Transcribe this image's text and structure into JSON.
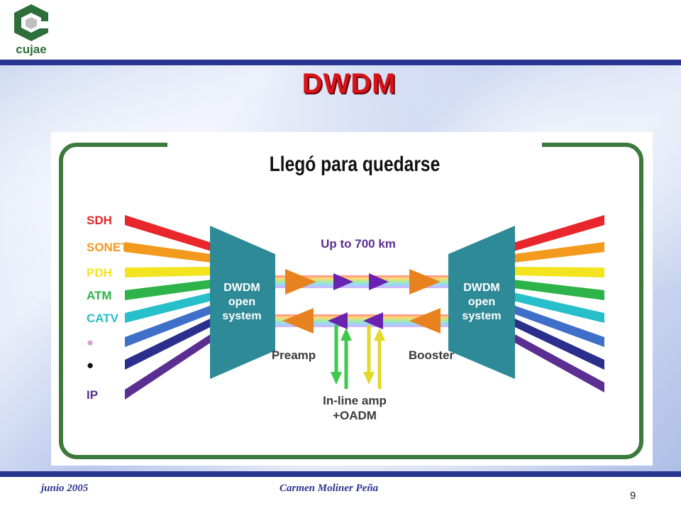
{
  "header": {
    "logo_text": "cujae",
    "title": "DWDM"
  },
  "diagram": {
    "subtitle": "Llegó para quedarse",
    "inputs": [
      {
        "label": "SDH",
        "color": "#e8262b"
      },
      {
        "label": "SONET",
        "color": "#f39a1e"
      },
      {
        "label": "PDH",
        "color": "#f4e41f"
      },
      {
        "label": "ATM",
        "color": "#2db34a"
      },
      {
        "label": "CATV",
        "color": "#27bfc9"
      },
      {
        "label": "●",
        "color": "#d9a0e0"
      },
      {
        "label": "●",
        "color": "#111111"
      },
      {
        "label": "IP",
        "color": "#5b2e91"
      }
    ],
    "output_colors": [
      "#e8262b",
      "#f39a1e",
      "#f4e41f",
      "#2db34a",
      "#27bfc9",
      "#3f6fc9",
      "#2a2f8c",
      "#5b2e91"
    ],
    "left_box": [
      "DWDM",
      "open",
      "system"
    ],
    "right_box": [
      "DWDM",
      "open",
      "system"
    ],
    "distance": "Up to 700 km",
    "preamp": "Preamp",
    "booster": "Booster",
    "inline": [
      "In-line amp",
      "+OADM"
    ],
    "colors": {
      "box": "#2e8a96",
      "amp_orange": "#e8821e",
      "amp_purple": "#6a22b0",
      "label": "#3a3a3a",
      "distance": "#5b2e91",
      "frame": "#3c7a3c"
    }
  },
  "footer": {
    "date": "junio 2005",
    "author": "Carmen Moliner Peña",
    "page": "9"
  }
}
